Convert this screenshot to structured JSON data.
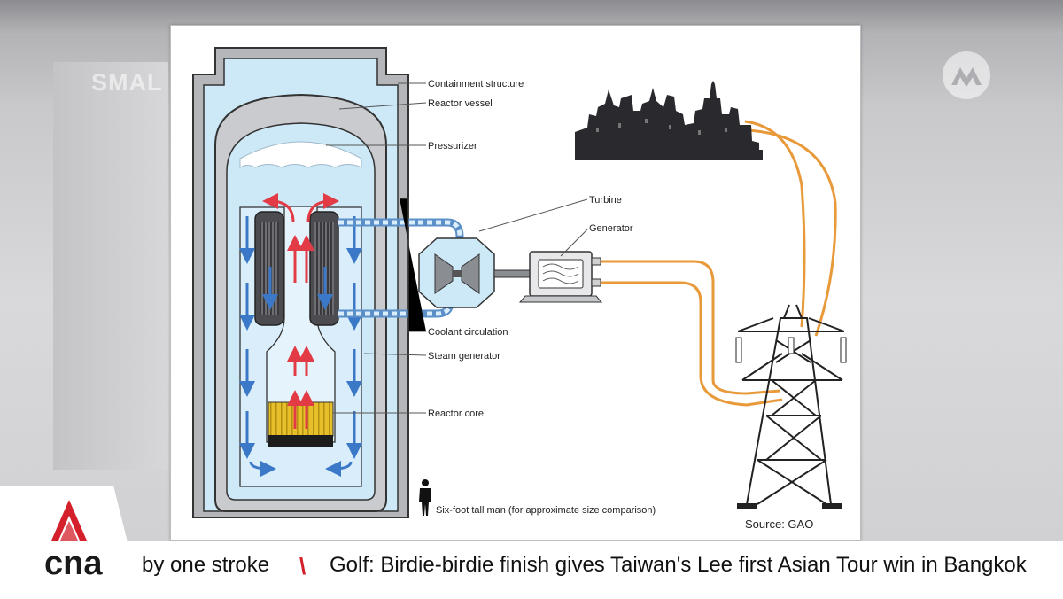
{
  "background": {
    "studio_text": "SMAL"
  },
  "diagram": {
    "labels": {
      "containment_structure": "Containment structure",
      "reactor_vessel": "Reactor vessel",
      "pressurizer": "Pressurizer",
      "turbine": "Turbine",
      "generator": "Generator",
      "coolant_circulation": "Coolant circulation",
      "steam_generator": "Steam generator",
      "reactor_core": "Reactor core",
      "man_scale": "Six-foot tall man (for approximate size comparison)"
    },
    "source": "Source: GAO",
    "colors": {
      "water": "#cde9f7",
      "hot_arrow": "#e23b45",
      "cold_arrow": "#3b78c8",
      "core": "#e6bf2a",
      "cable": "#e89a3a"
    }
  },
  "brand": {
    "logo_text": "cna",
    "accent": "#d4202a"
  },
  "ticker": {
    "left_text": "by one stroke",
    "separator": "\\",
    "headline": "Golf: Birdie-birdie finish gives Taiwan's Lee first Asian Tour win in Bangkok"
  }
}
